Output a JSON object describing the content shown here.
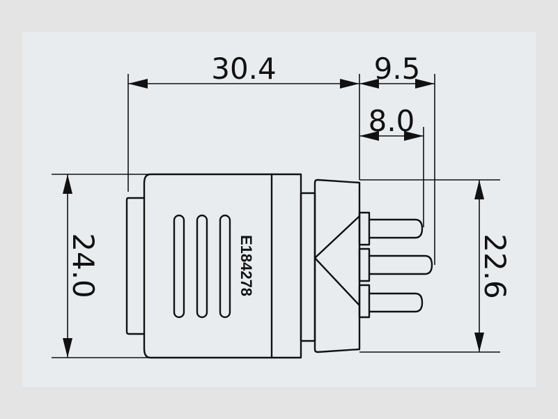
{
  "colors": {
    "outer_background": "#e4e4e4",
    "panel_background": "#e9ecef",
    "line": "#111111"
  },
  "dimensions": {
    "overall_length": "30.4",
    "pin_extension": "9.5",
    "pin_length": "8.0",
    "body_height": "24.0",
    "front_height": "22.6"
  },
  "body": {
    "certification_mark": "E184278"
  }
}
